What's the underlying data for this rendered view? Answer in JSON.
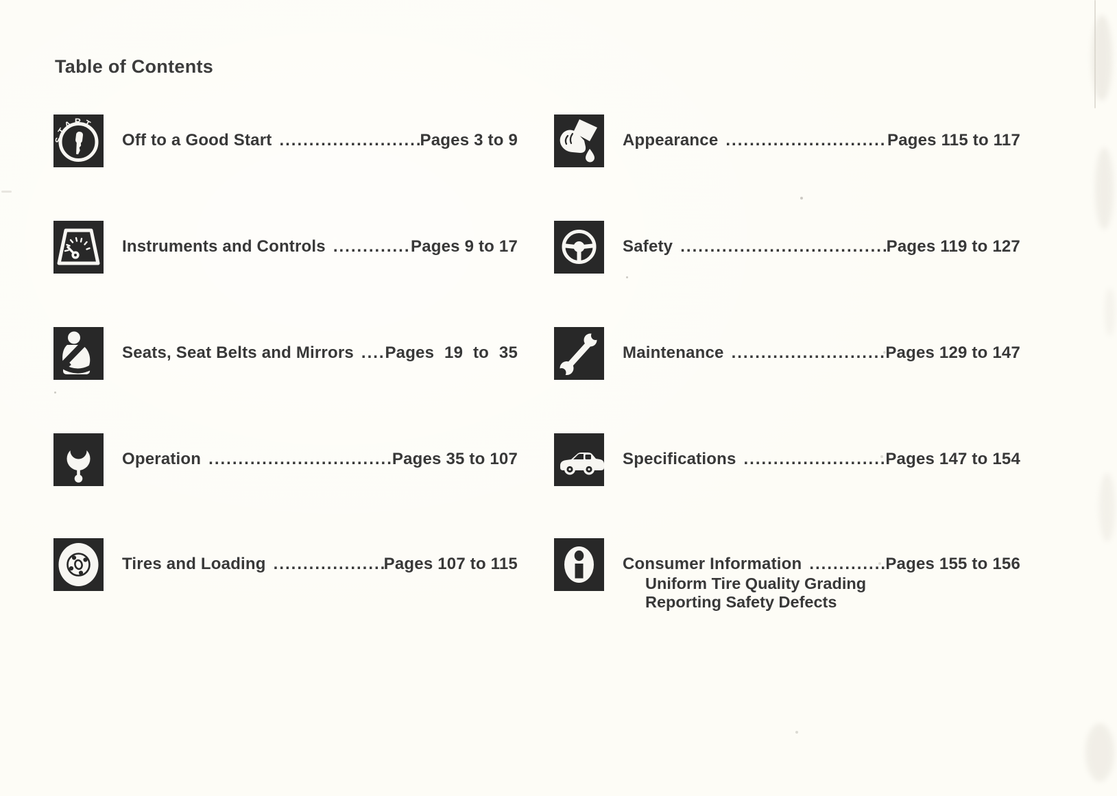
{
  "page": {
    "title": "Table of Contents"
  },
  "colors": {
    "paper": "#fdfcf6",
    "tile_black": "#282828",
    "text": "#383838"
  },
  "toc": {
    "left": [
      {
        "icon": "ignition-start-icon",
        "label": "Off to a Good Start",
        "dots": "..............................",
        "pages": "Pages 3 to 9"
      },
      {
        "icon": "instrument-cluster-icon",
        "label": "Instruments and Controls",
        "dots": ".................",
        "pages": "Pages 9 to 17"
      },
      {
        "icon": "seat-belt-icon",
        "label": "Seats, Seat Belts and Mirrors",
        "dots": "......",
        "pages": "Pages 19 to 35"
      },
      {
        "icon": "gear-shift-icon",
        "label": "Operation",
        "dots": "....................................",
        "pages": "Pages 35 to 107"
      },
      {
        "icon": "tire-wheel-icon",
        "label": "Tires and Loading",
        "dots": "......................",
        "pages": "Pages 107 to 115"
      }
    ],
    "right": [
      {
        "icon": "cleaning-hand-icon",
        "label": "Appearance",
        "dots": "...............................",
        "pages": "Pages 115 to 117"
      },
      {
        "icon": "steering-wheel-icon",
        "label": "Safety",
        "dots": ".........................................",
        "pages": "Pages 119 to 127"
      },
      {
        "icon": "wrench-icon",
        "label": "Maintenance",
        "dots": "..............................",
        "pages": "Pages 129 to 147"
      },
      {
        "icon": "car-icon",
        "label": "Specifications",
        "dots": "...........................",
        "pages": "Pages 147 to 154"
      },
      {
        "icon": "info-icon",
        "label": "Consumer Information",
        "dots": ".............",
        "pages": "Pages 155 to 156",
        "sublines": [
          "Uniform Tire Quality Grading",
          "Reporting Safety Defects"
        ]
      }
    ]
  }
}
